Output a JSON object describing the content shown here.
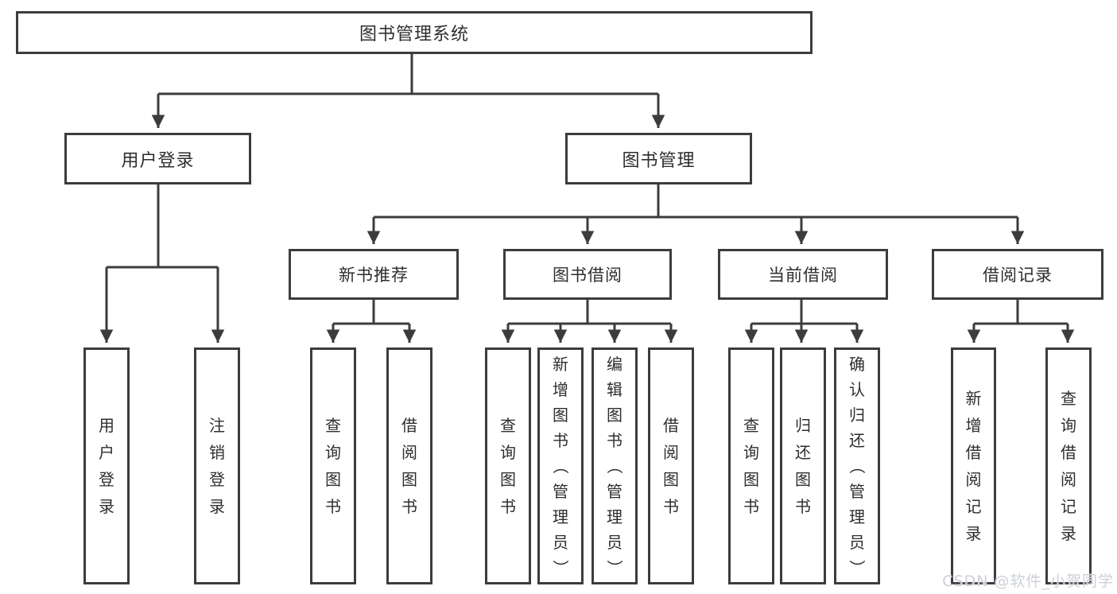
{
  "diagram": {
    "root": {
      "label": "图书管理系统"
    },
    "level2": [
      {
        "label": "用户登录",
        "children": [
          {
            "label": "用户登录"
          },
          {
            "label": "注销登录"
          }
        ]
      },
      {
        "label": "图书管理",
        "children": [
          {
            "label": "新书推荐",
            "children": [
              {
                "label": "查询图书"
              },
              {
                "label": "借阅图书"
              }
            ]
          },
          {
            "label": "图书借阅",
            "children": [
              {
                "label": "查询图书"
              },
              {
                "label": "新增图书（管理员）"
              },
              {
                "label": "编辑图书（管理员）"
              },
              {
                "label": "借阅图书"
              }
            ]
          },
          {
            "label": "当前借阅",
            "children": [
              {
                "label": "查询图书"
              },
              {
                "label": "归还图书"
              },
              {
                "label": "确认归还（管理员）"
              }
            ]
          },
          {
            "label": "借阅记录",
            "children": [
              {
                "label": "新增借阅记录"
              },
              {
                "label": "查询借阅记录"
              }
            ]
          }
        ]
      }
    ]
  },
  "watermark": {
    "text": "CSDN @软件_小贺同学"
  },
  "colors": {
    "line": "#3c3c3c",
    "text": "#2e2e2e",
    "watermark": "#ccd0d8",
    "background": "#ffffff"
  }
}
